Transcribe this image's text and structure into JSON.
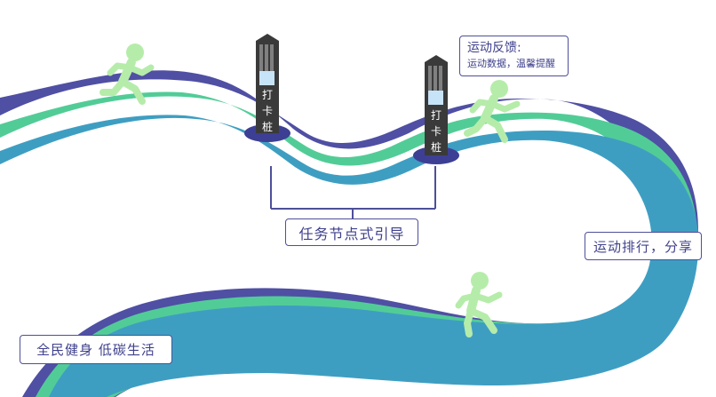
{
  "checkpoint": {
    "label_chars": [
      "打",
      "卡",
      "桩"
    ]
  },
  "feedback": {
    "title": "运动反馈:",
    "desc": "运动数据，温馨提醒"
  },
  "guide": {
    "label": "任务节点式引导"
  },
  "ranking": {
    "label": "运动排行，分享"
  },
  "slogan": {
    "label": "全民健身 低碳生活"
  },
  "colors": {
    "road_outer": "#4f4fa4",
    "road_middle": "#52cc97",
    "road_inner": "#3e9ec2",
    "runner": "#b6ecaa",
    "post": "#3a3a3a",
    "post_base": "#3d3f94",
    "frame": "#4d4f99"
  },
  "icons": [
    "runner-icon",
    "checkpoint-post-icon"
  ]
}
